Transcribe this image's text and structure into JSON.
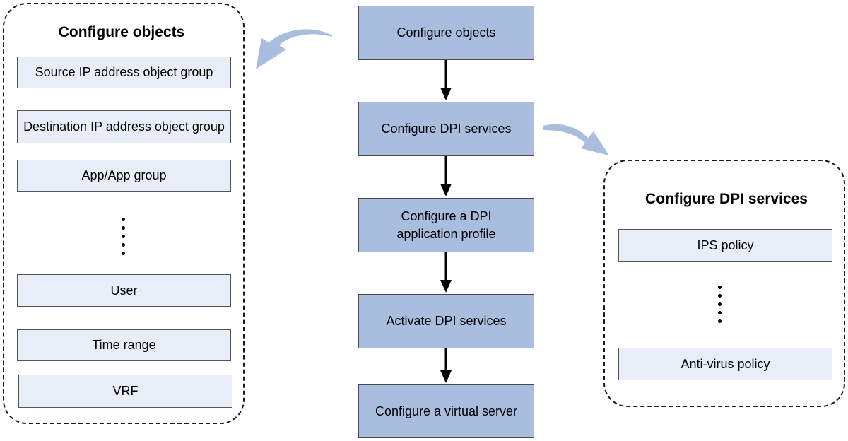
{
  "left_group": {
    "title": "Configure objects",
    "items": [
      "Source IP address object group",
      "Destination IP address object group",
      "App/App group",
      "User",
      "Time range",
      "VRF"
    ]
  },
  "flow": {
    "steps": [
      "Configure objects",
      "Configure DPI services",
      "Configure a DPI application profile",
      "Activate DPI services",
      "Configure a virtual server"
    ]
  },
  "right_group": {
    "title": "Configure DPI services",
    "items": [
      "IPS policy",
      "Anti-virus policy"
    ]
  },
  "colors": {
    "step_fill": "#a9bddf",
    "item_fill": "#e8eef8",
    "curved_arrow": "#a9bddf"
  }
}
